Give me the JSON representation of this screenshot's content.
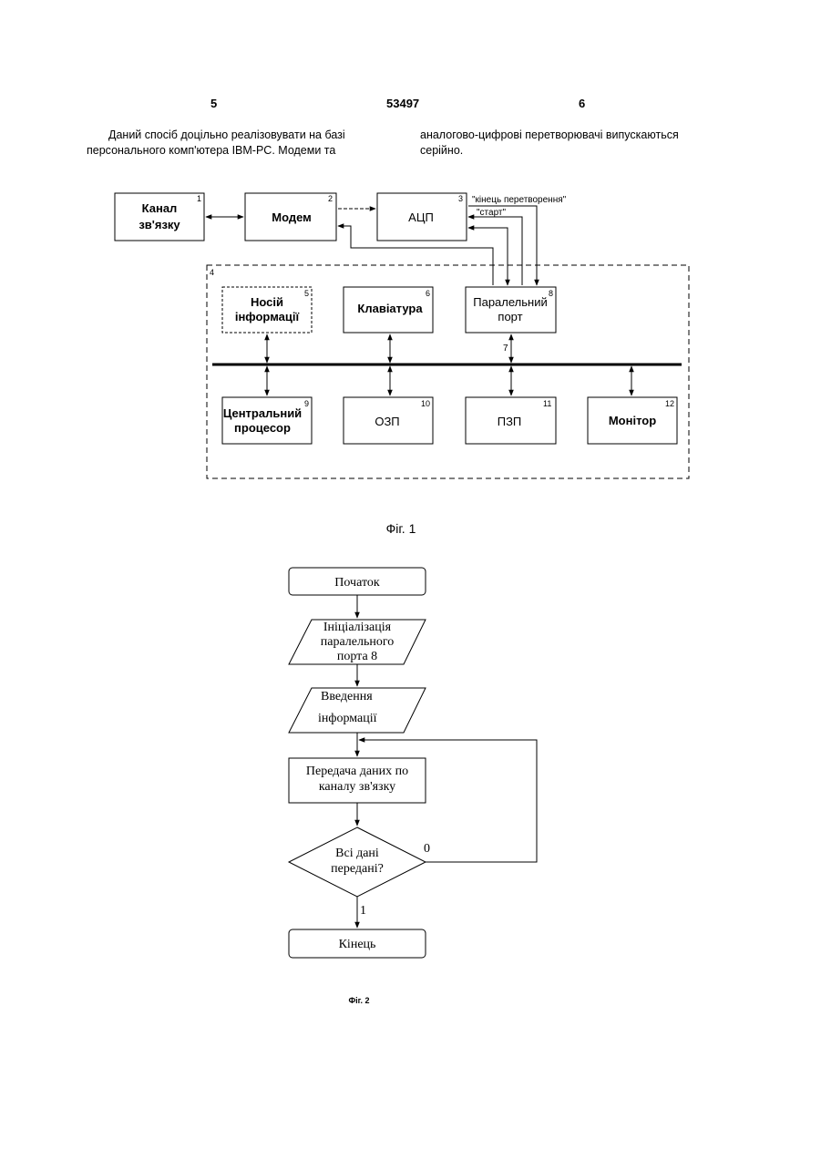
{
  "header": {
    "page_left": "5",
    "patent_number": "53497",
    "page_right": "6"
  },
  "text": {
    "left_line1": "Даний спосіб доцільно реалізовувати на базі",
    "left_line2": "персонального комп'ютера IBM-PC. Модеми та",
    "right_line1": "аналогово-цифрові перетворювачі випускаються",
    "right_line2": "серійно."
  },
  "fig1": {
    "caption": "Фіг. 1",
    "blocks": {
      "b1": {
        "line1": "Канал",
        "line2": "зв'язку",
        "num": "1"
      },
      "b2": {
        "label": "Модем",
        "num": "2"
      },
      "b3": {
        "label": "АЦП",
        "num": "3"
      },
      "sys": {
        "num": "4"
      },
      "b5": {
        "line1": "Носій",
        "line2": "інформації",
        "num": "5"
      },
      "b6": {
        "label": "Клавіатура",
        "num": "6"
      },
      "b8": {
        "line1": "Паралельний",
        "line2": "порт",
        "num": "8"
      },
      "bus": {
        "num": "7"
      },
      "b9": {
        "line1": "Центральний",
        "line2": "процесор",
        "num": "9"
      },
      "b10": {
        "label": "ОЗП",
        "num": "10"
      },
      "b11": {
        "label": "ПЗП",
        "num": "11"
      },
      "b12": {
        "label": "Монітор",
        "num": "12"
      }
    },
    "signals": {
      "end_conversion": "\"кінець перетворення\"",
      "start": "\"старт\""
    }
  },
  "fig2": {
    "caption": "Фіг. 2",
    "start": "Початок",
    "init": {
      "line1": "Ініціалізація",
      "line2": "паралельного",
      "line3": "порта 8"
    },
    "input": {
      "line1": "Введення",
      "line2": "інформації"
    },
    "transfer": {
      "line1": "Передача даних по",
      "line2": "каналу зв'язку"
    },
    "decision": {
      "line1": "Всі дані",
      "line2": "передані?"
    },
    "no_label": "0",
    "yes_label": "1",
    "end": "Кінець"
  }
}
